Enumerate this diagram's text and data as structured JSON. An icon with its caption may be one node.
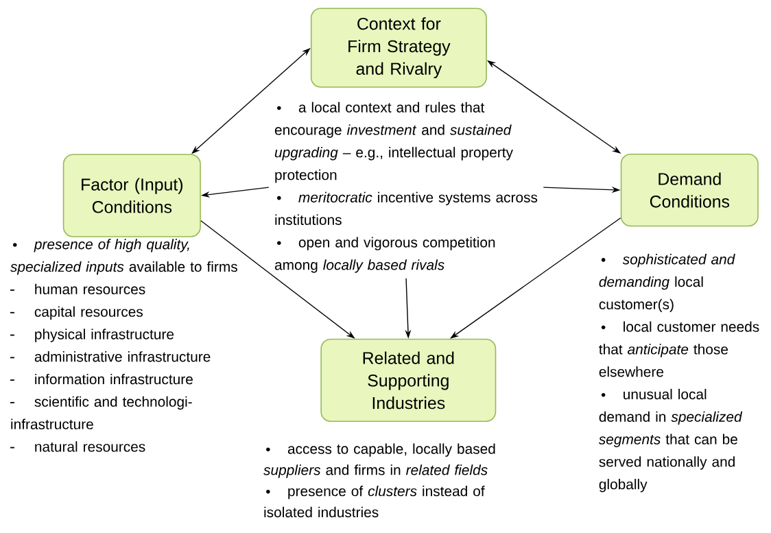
{
  "diagram": {
    "nodes": [
      {
        "text": [
          "Context for Firm Strategy and Rivalry"
        ]
      },
      {
        "text": [
          "Factor (Input) Conditions"
        ],
        "beside": [
          "*presence of high quality, specialized inputs* available to firms",
          "human resources",
          "capital resources",
          "physical infrastructure",
          "administrative infrastructure",
          "information infrastructure",
          "scientific and technologi- infrastructure",
          "natural resources"
        ]
      },
      {
        "text": [
          "Demand Conditions"
        ],
        "beside": [
          "*sophisticated and demanding* local customer(s)",
          "local customer needs that *anticipate* those elsewhere",
          "unusual local demand in *specialized segments* that can be served nationally and globally"
        ]
      },
      {
        "text": [
          "Related and Supporting Industries"
        ],
        "beside": [
          "access to capable, locally based *suppliers* and firms in *related fields*",
          "presence of *clusters* instead of isolated industries"
        ]
      },
      {
        "text": [
          "a local context and rules that encourage *investment* and *sustained upgrading* – e.g., intellectual property protection",
          "*meritocratic* incentive systems across institutions",
          "open and vigorous competition among *locally based rivals*"
        ]
      }
    ],
    "edges": [
      {
        "from": 0,
        "to": 1,
        "arrow": "both"
      },
      {
        "from": 0,
        "to": 2,
        "arrow": "both"
      },
      {
        "from": 4,
        "to": 1,
        "arrow": "to"
      },
      {
        "from": 4,
        "to": 2,
        "arrow": "to"
      },
      {
        "from": 4,
        "to": 3,
        "arrow": "to"
      },
      {
        "from": 1,
        "to": 3,
        "arrow": "to"
      },
      {
        "from": 2,
        "to": 3,
        "arrow": "to"
      }
    ]
  }
}
